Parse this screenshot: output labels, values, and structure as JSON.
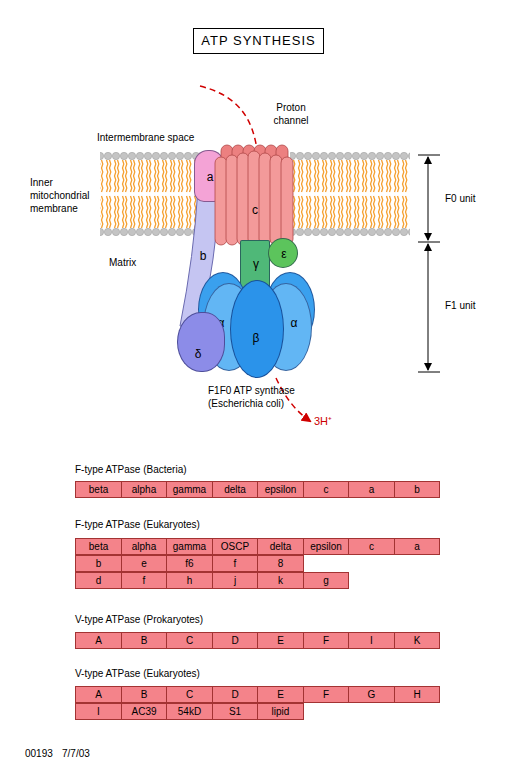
{
  "diagram": {
    "title": "ATP SYNTHESIS",
    "nodes": [
      {
        "text": [
          "a"
        ]
      },
      {
        "text": [
          "c"
        ]
      },
      {
        "text": [
          "b"
        ]
      },
      {
        "text": [
          "γ"
        ]
      },
      {
        "text": [
          "ε"
        ]
      },
      {
        "text": [
          "β"
        ]
      },
      {
        "text": [
          "β"
        ]
      },
      {
        "text": [
          "α"
        ]
      },
      {
        "text": [
          "β"
        ]
      },
      {
        "text": [
          "α"
        ]
      },
      {
        "text": [
          "δ"
        ]
      }
    ],
    "labels": [
      "Proton channel",
      "Intermembrane space",
      "Inner mitochondrial membrane",
      "Matrix",
      "F0 unit",
      "F1 unit",
      "F1F0 ATP synthase (Escherichia coli)",
      "3H⁺",
      "F-type ATPase (Bacteria)",
      "beta",
      "alpha",
      "gamma",
      "delta",
      "epsilon",
      "c",
      "a",
      "b",
      "F-type ATPase (Eukaryotes)",
      "beta",
      "alpha",
      "gamma",
      "OSCP",
      "delta",
      "epsilon",
      "c",
      "a",
      "b",
      "e",
      "f6",
      "f",
      "8",
      "d",
      "f",
      "h",
      "j",
      "k",
      "g",
      "V-type ATPase (Prokaryotes)",
      "A",
      "B",
      "C",
      "D",
      "E",
      "F",
      "I",
      "K",
      "V-type ATPase (Eukaryotes)",
      "A",
      "B",
      "C",
      "D",
      "E",
      "F",
      "G",
      "H",
      "I",
      "AC39",
      "54kD",
      "S1",
      "lipid",
      "00193",
      "7/7/03"
    ]
  }
}
